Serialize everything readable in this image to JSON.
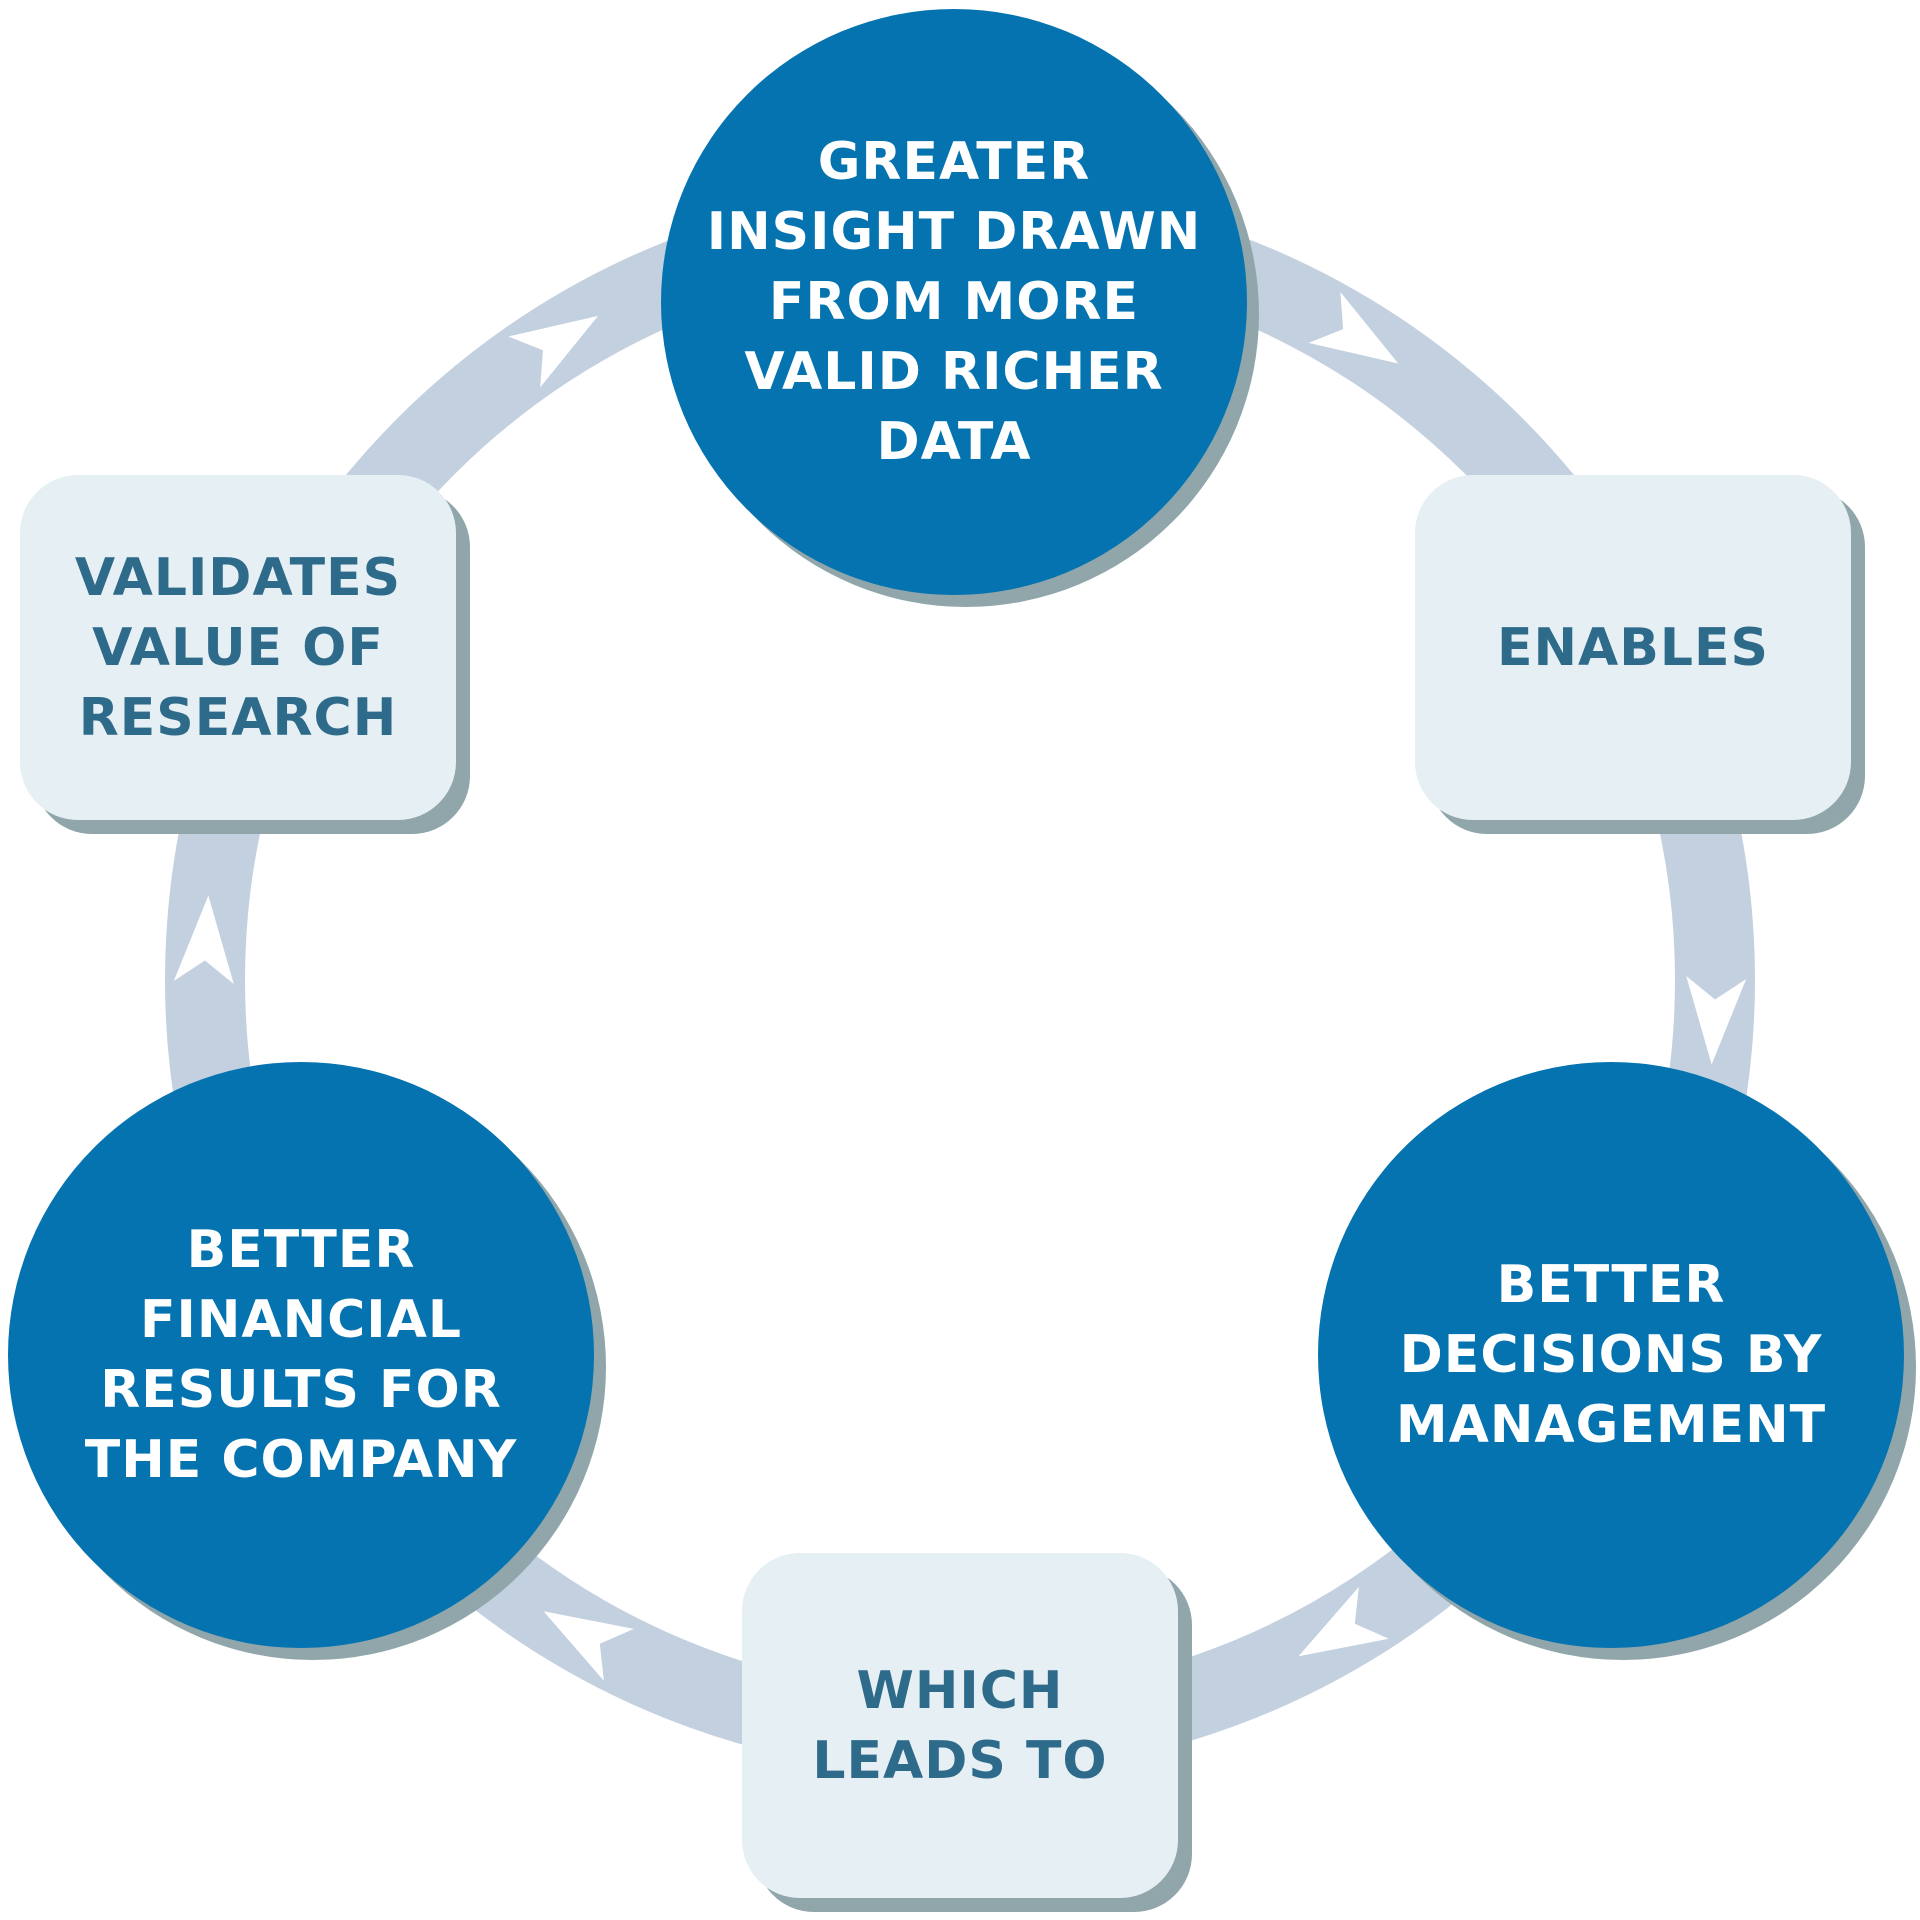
{
  "diagram": {
    "type": "cycle",
    "colors": {
      "ring": "#c3d0e0",
      "arrow": "#ffffff",
      "circle_fill": "#0473b0",
      "circle_text": "#ffffff",
      "box_fill": "#e6eff3",
      "box_text": "#2e6a8a",
      "shadow": "#90a6aa"
    },
    "nodes": [
      {
        "id": "insight",
        "shape": "circle",
        "label": "GREATER\nINSIGHT DRAWN\nFROM MORE\nVALID RICHER\nDATA"
      },
      {
        "id": "enables",
        "shape": "box",
        "label": "ENABLES"
      },
      {
        "id": "decisions",
        "shape": "circle",
        "label": "BETTER\nDECISIONS BY\nMANAGEMENT"
      },
      {
        "id": "leads-to",
        "shape": "box",
        "label": "WHICH\nLEADS TO"
      },
      {
        "id": "financial",
        "shape": "circle",
        "label": "BETTER\nFINANCIAL\nRESULTS FOR\nTHE COMPANY"
      },
      {
        "id": "validates",
        "shape": "box",
        "label": "VALIDATES\nVALUE OF\nRESEARCH"
      }
    ],
    "flow_direction": "clockwise"
  }
}
